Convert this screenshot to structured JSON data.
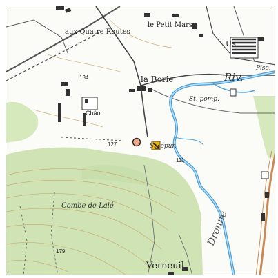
{
  "map": {
    "places": {
      "quatre_routes": "aux Quatre Routes",
      "petit_mars": "le Petit Mars",
      "borie": "la Borie",
      "combe": "Combe de Lalé",
      "verneuil": "Verneuil",
      "us": "Us.",
      "riv": "Riv.",
      "pisc": "Pisc.",
      "st_pomp": "St. pomp.",
      "st_epur": "St. épur.",
      "chau": "Châu",
      "dronne": "Dronne"
    },
    "elevations": {
      "e134": "134",
      "e127": "127",
      "e111": "111",
      "e179": "179"
    },
    "colors": {
      "forest": "#cfe3b4",
      "contour": "#c9a46a",
      "water": "#4a9fd8",
      "water_fill": "#bcdff2",
      "road_main": "#c98a55",
      "marker": "#f6a98a",
      "marker_stroke": "#2a2a2a",
      "arrow": "#f2b400"
    },
    "icons": {
      "location_marker": "circle-marker-icon",
      "direction_arrow": "arrow-icon"
    }
  }
}
